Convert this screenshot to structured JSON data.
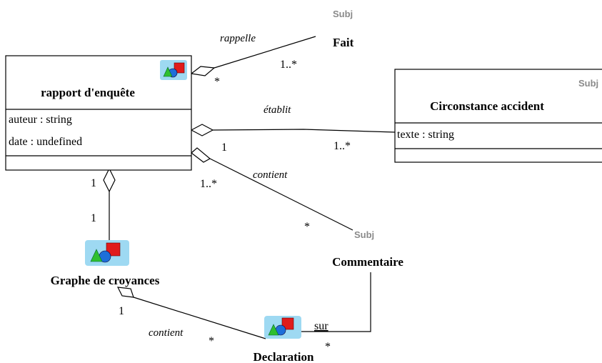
{
  "classes": {
    "rapport": {
      "name": "rapport d'enquête",
      "attributes": [
        "auteur : string",
        "date : undefined"
      ]
    },
    "circonstance": {
      "name": "Circonstance accident",
      "stereotype": "Subj",
      "attributes": [
        "texte : string"
      ]
    }
  },
  "nodes": {
    "fait": {
      "name": "Fait",
      "stereotype": "Subj"
    },
    "commentaire": {
      "name": "Commentaire",
      "stereotype": "Subj"
    },
    "graphe": {
      "name": "Graphe de croyances"
    },
    "declaration": {
      "name": "Declaration"
    }
  },
  "associations": {
    "rappelle": {
      "label": "rappelle",
      "mult_source": "*",
      "mult_target": "1..*"
    },
    "etablit": {
      "label": "établit",
      "mult_source": "1",
      "mult_target": "1..*"
    },
    "contient_commentaire": {
      "label": "contient",
      "mult_source": "1..*",
      "mult_target": "*"
    },
    "graphe_link": {
      "mult_source": "1",
      "mult_target": "1"
    },
    "contient_declaration": {
      "label": "contient",
      "mult_source": "1",
      "mult_target": "*"
    },
    "sur": {
      "label": "sur",
      "mult_source": "*"
    }
  },
  "colors": {
    "line": "#000000",
    "icon_bg": "#9ed9f2",
    "triangle": "#2fbf2f",
    "circle": "#1e6fd9",
    "square": "#e01b1b",
    "stereotype": "#8a8a8a"
  },
  "icons": [
    "entity-icon",
    "aggregation-diamond"
  ]
}
